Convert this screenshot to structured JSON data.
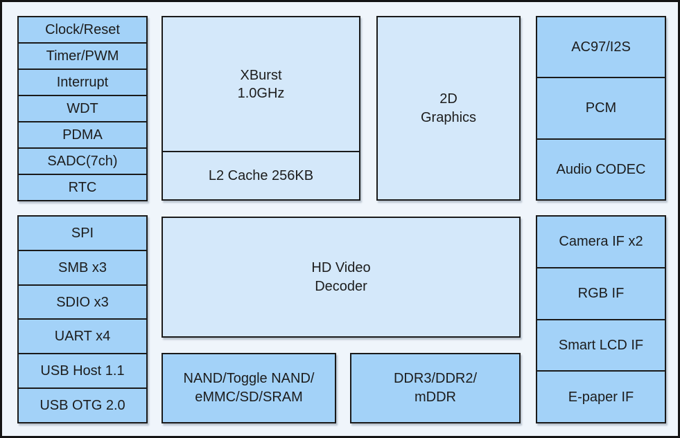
{
  "diagram": {
    "groups": {
      "left_top": [
        "Clock/Reset",
        "Timer/PWM",
        "Interrupt",
        "WDT",
        "PDMA",
        "SADC(7ch)",
        "RTC"
      ],
      "left_bottom": [
        "SPI",
        "SMB x3",
        "SDIO x3",
        "UART x4",
        "USB Host 1.1",
        "USB OTG 2.0"
      ],
      "right_top": [
        "AC97/I2S",
        "PCM",
        "Audio CODEC"
      ],
      "right_bottom": [
        "Camera IF x2",
        "RGB IF",
        "Smart LCD IF",
        "E-paper IF"
      ]
    },
    "center": {
      "cpu": "XBurst\n1.0GHz",
      "l2_cache": "L2 Cache 256KB",
      "graphics_2d": "2D\nGraphics",
      "hd_video_decoder": "HD Video\nDecoder",
      "storage": "NAND/Toggle NAND/\neMMC/SD/SRAM",
      "memory": "DDR3/DDR2/\nmDDR"
    },
    "colors": {
      "peripheral_block_fill": "#A3D2F8",
      "core_block_fill": "#D4E8FA",
      "border": "#1A1A1A",
      "background": "#EFF5FB",
      "text": "#1C1C1C"
    }
  }
}
